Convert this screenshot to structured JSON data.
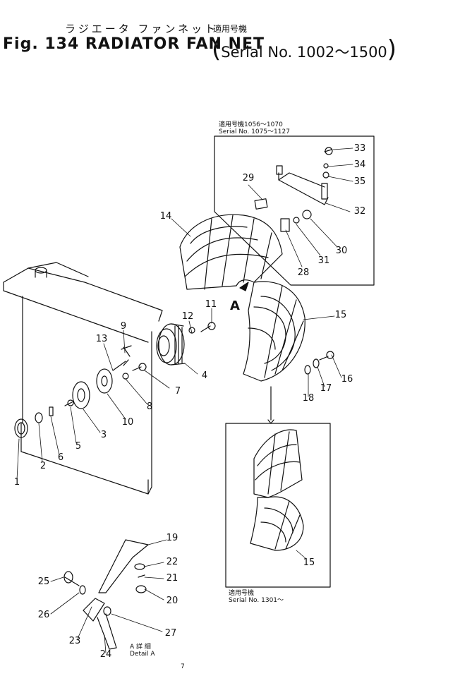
{
  "title": {
    "jp": "ラジエータ ファンネット",
    "jp_serial": "適用号機",
    "en": "Fig. 134 RADIATOR FAN NET",
    "serial": "Serial No. 1002～1500"
  },
  "inset_top": {
    "jp": "適用号機1056～1070",
    "serial": "Serial No. 1075～1127"
  },
  "inset_bottom": {
    "jp": "適用号機",
    "serial": "Serial No. 1301～"
  },
  "detail": {
    "jp": "A 詳 細",
    "en": "Detail A"
  },
  "view_letter": "A",
  "page_mark": "7",
  "callouts": [
    "1",
    "2",
    "3",
    "4",
    "5",
    "6",
    "7",
    "8",
    "9",
    "10",
    "11",
    "12",
    "13",
    "14",
    "15",
    "15",
    "16",
    "17",
    "18",
    "19",
    "20",
    "21",
    "22",
    "23",
    "24",
    "25",
    "26",
    "27",
    "28",
    "29",
    "30",
    "31",
    "32",
    "33",
    "34",
    "35"
  ]
}
